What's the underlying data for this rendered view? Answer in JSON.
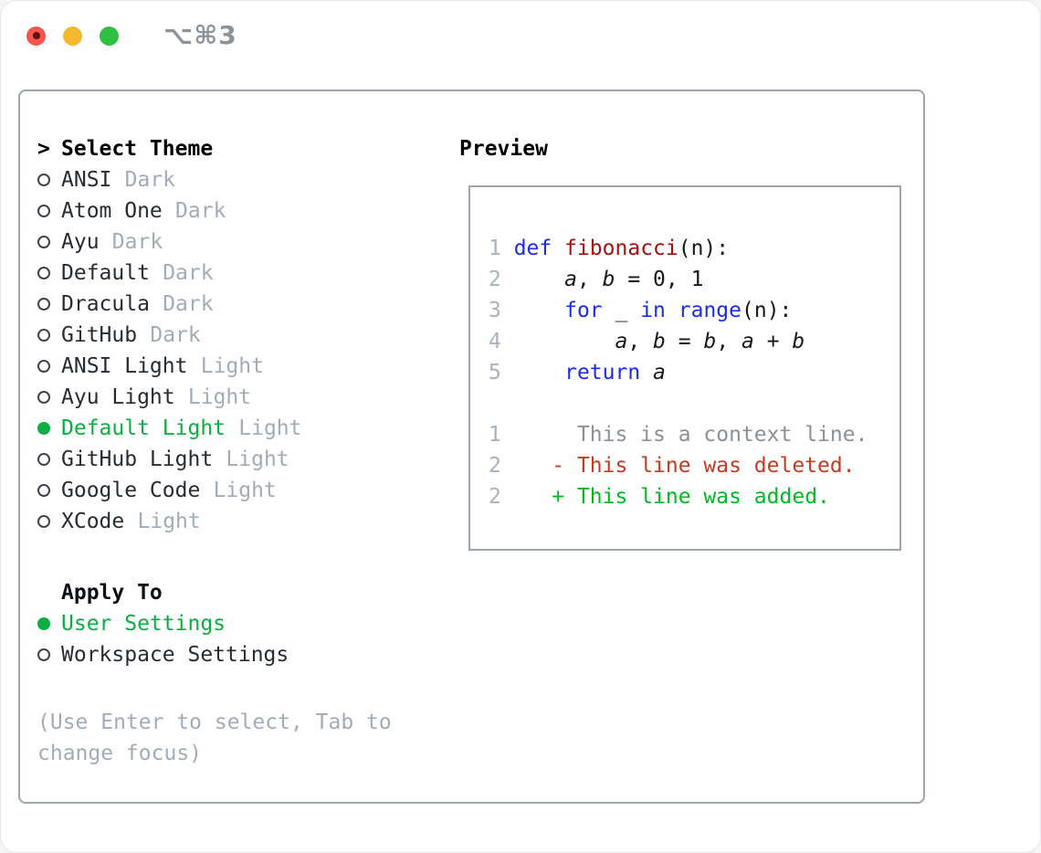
{
  "colors": {
    "red_light": "#f4554c",
    "yellow_light": "#f6b82e",
    "green_light": "#2fc043",
    "red_dot": "#64100c",
    "titlebar_text": "#8d939b",
    "border": "#9ca5b0",
    "text": "#272c34",
    "muted": "#a2acb9",
    "green": "#0cae43",
    "code_text": "#16181d",
    "lineno": "#a9b1bd",
    "keyword": "#1d2cec",
    "function": "#a80e0e",
    "context": "#8b9199",
    "deleted": "#c43b20",
    "added": "#00bb1f"
  },
  "window": {
    "title": "⌥⌘3"
  },
  "theme_panel": {
    "header_prefix": ">",
    "header_label": "Select Theme",
    "themes": [
      {
        "name": "ANSI",
        "variant": "Dark",
        "selected": false
      },
      {
        "name": "Atom One",
        "variant": "Dark",
        "selected": false
      },
      {
        "name": "Ayu",
        "variant": "Dark",
        "selected": false
      },
      {
        "name": "Default",
        "variant": "Dark",
        "selected": false
      },
      {
        "name": "Dracula",
        "variant": "Dark",
        "selected": false
      },
      {
        "name": "GitHub",
        "variant": "Dark",
        "selected": false
      },
      {
        "name": "ANSI Light",
        "variant": "Light",
        "selected": false
      },
      {
        "name": "Ayu Light",
        "variant": "Light",
        "selected": false
      },
      {
        "name": "Default Light",
        "variant": "Light",
        "selected": true
      },
      {
        "name": "GitHub Light",
        "variant": "Light",
        "selected": false
      },
      {
        "name": "Google Code",
        "variant": "Light",
        "selected": false
      },
      {
        "name": "XCode",
        "variant": "Light",
        "selected": false
      }
    ],
    "apply_to_label": "Apply To",
    "apply_options": [
      {
        "name": "User Settings",
        "selected": true
      },
      {
        "name": "Workspace Settings",
        "selected": false
      }
    ],
    "hint_lines": [
      "(Use Enter to select, Tab to",
      "change focus)"
    ]
  },
  "preview": {
    "label": "Preview",
    "lines": [
      [
        {
          "t": "1 ",
          "c": "ln"
        },
        {
          "t": "def",
          "c": "kw"
        },
        {
          "t": " ",
          "c": "pl"
        },
        {
          "t": "fibonacci",
          "c": "fn"
        },
        {
          "t": "(n):",
          "c": "pl"
        }
      ],
      [
        {
          "t": "2 ",
          "c": "ln"
        },
        {
          "t": "    ",
          "c": "pl"
        },
        {
          "t": "a",
          "c": "var"
        },
        {
          "t": ", ",
          "c": "pl"
        },
        {
          "t": "b",
          "c": "var"
        },
        {
          "t": " = 0, 1",
          "c": "pl"
        }
      ],
      [
        {
          "t": "3 ",
          "c": "ln"
        },
        {
          "t": "    ",
          "c": "pl"
        },
        {
          "t": "for",
          "c": "kw"
        },
        {
          "t": " _ ",
          "c": "pl"
        },
        {
          "t": "in",
          "c": "kw"
        },
        {
          "t": " ",
          "c": "pl"
        },
        {
          "t": "range",
          "c": "kw"
        },
        {
          "t": "(n):",
          "c": "pl"
        }
      ],
      [
        {
          "t": "4 ",
          "c": "ln"
        },
        {
          "t": "        ",
          "c": "pl"
        },
        {
          "t": "a",
          "c": "var"
        },
        {
          "t": ", ",
          "c": "pl"
        },
        {
          "t": "b",
          "c": "var"
        },
        {
          "t": " = ",
          "c": "pl"
        },
        {
          "t": "b",
          "c": "var"
        },
        {
          "t": ", ",
          "c": "pl"
        },
        {
          "t": "a",
          "c": "var"
        },
        {
          "t": " + ",
          "c": "pl"
        },
        {
          "t": "b",
          "c": "var"
        }
      ],
      [
        {
          "t": "5 ",
          "c": "ln"
        },
        {
          "t": "    ",
          "c": "pl"
        },
        {
          "t": "return",
          "c": "kw"
        },
        {
          "t": " ",
          "c": "pl"
        },
        {
          "t": "a",
          "c": "var"
        }
      ],
      [],
      [
        {
          "t": "1 ",
          "c": "ln"
        },
        {
          "t": "     This is a context line.",
          "c": "ctx"
        }
      ],
      [
        {
          "t": "2 ",
          "c": "ln"
        },
        {
          "t": "   ",
          "c": "pl"
        },
        {
          "t": "- This line was deleted.",
          "c": "del"
        }
      ],
      [
        {
          "t": "2 ",
          "c": "ln"
        },
        {
          "t": "   ",
          "c": "pl"
        },
        {
          "t": "+ This line was added.",
          "c": "add"
        }
      ]
    ]
  }
}
